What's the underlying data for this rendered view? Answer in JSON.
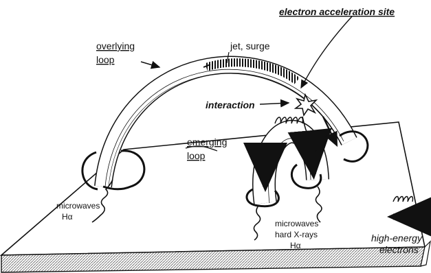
{
  "labels": {
    "acceleration_site": "electron acceleration site",
    "jet_surge": "jet, surge",
    "overlying_loop_line1": "overlying",
    "overlying_loop_line2": "loop",
    "interaction": "interaction",
    "emerging_loop_line1": "emerging",
    "emerging_loop_line2": "loop",
    "left_emission_line1": "microwaves",
    "left_emission_line2": "Hα",
    "right_emission_line1": "microwaves",
    "right_emission_line2": "hard X-rays",
    "right_emission_line3": "Hα",
    "legend_line1": "high-energy",
    "legend_line2": "electrons"
  },
  "colors": {
    "ink": "#111111",
    "plate": "#ffffff",
    "hatch": "#9a9a9a"
  },
  "icons": {
    "spiral": "electron-gyration-icon",
    "arrow": "electron-flow-arrow",
    "star": "interaction-star-icon"
  }
}
